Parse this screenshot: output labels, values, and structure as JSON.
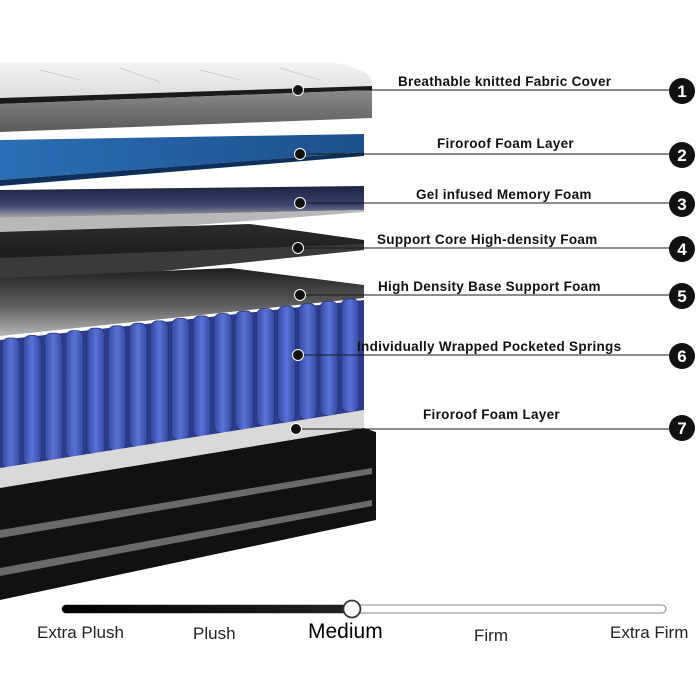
{
  "layers": [
    {
      "number": "1",
      "label": "Breathable knitted Fabric Cover"
    },
    {
      "number": "2",
      "label": "Firoroof Foam Layer"
    },
    {
      "number": "3",
      "label": "Gel infused Memory Foam"
    },
    {
      "number": "4",
      "label": "Support Core High-density Foam"
    },
    {
      "number": "5",
      "label": "High Density Base Support Foam"
    },
    {
      "number": "6",
      "label": "Individually Wrapped Pocketed Springs"
    },
    {
      "number": "7",
      "label": "Firoroof Foam Layer"
    }
  ],
  "firmness": {
    "labels": [
      "Extra Plush",
      "Plush",
      "Medium",
      "Firm",
      "Extra Firm"
    ],
    "selected": "Medium",
    "level_fraction": 0.48
  },
  "colors": {
    "accent_blue": "#3f56c4",
    "foam_gray": "#9a9a9a",
    "dark_layer": "#1a1a1a",
    "badge": "#111111"
  }
}
